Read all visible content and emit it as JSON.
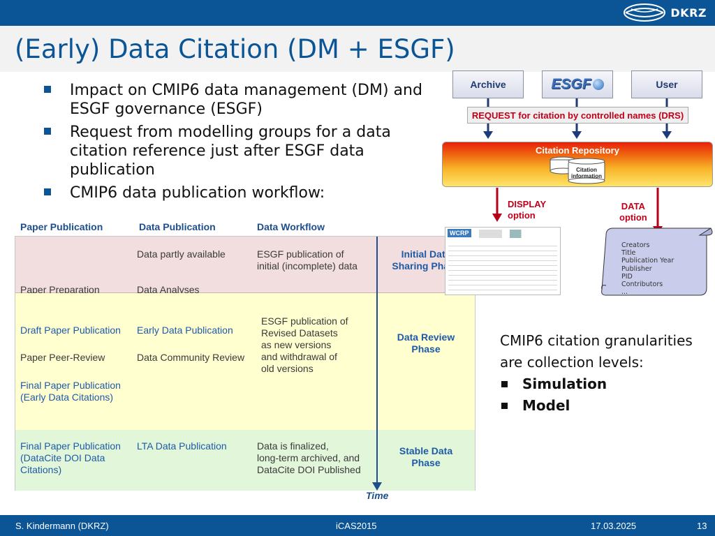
{
  "header": {
    "logo_text": "DKRZ",
    "logo_icon": "dkrz-globe-logo-icon"
  },
  "slide": {
    "title": "(Early) Data Citation (DM + ESGF)",
    "bullets": [
      "Impact on CMIP6 data management (DM) and ESGF governance (ESGF)",
      "Request from modelling groups for a data citation reference just after ESGF data publication",
      "CMIP6 data publication workflow:"
    ]
  },
  "workflow": {
    "headers": [
      "Paper Publication",
      "Data Publication",
      "Data Workflow"
    ],
    "phases": [
      {
        "name": "Initial Data\nSharing Phase",
        "paper": [
          "Paper Preparation"
        ],
        "data": [
          "Data partly available",
          "Data Analyses"
        ],
        "workflow": "ESGF publication of\ninitial (incomplete) data"
      },
      {
        "name": "Data Review\nPhase",
        "paper": [
          "Draft Paper Publication",
          "Paper Peer-Review",
          "Final Paper Publication\n(Early Data Citations)"
        ],
        "data": [
          "Early Data Publication",
          "Data Community Review"
        ],
        "workflow": "ESGF publication of\nRevised Datasets\nas new versions\nand withdrawal of\nold versions"
      },
      {
        "name": "Stable Data\nPhase",
        "paper": [
          "Final Paper Publication\n(DataCite DOI Data\nCitations)"
        ],
        "data": [
          "LTA Data Publication"
        ],
        "workflow": "Data is finalized,\nlong-term archived, and\nDataCite DOI Published"
      }
    ],
    "time_label": "Time",
    "colors": {
      "phase1": "#f2dede",
      "phase2": "#ffffd0",
      "phase3": "#e2f6da",
      "arrow": "#1f4e8c"
    }
  },
  "diagram": {
    "sources": [
      "Archive",
      "ESGF",
      "User"
    ],
    "request": "REQUEST for citation by controlled names (DRS)",
    "repository": "Citation Repository",
    "db_label": "Citation\ninformation",
    "display_option": "DISPLAY\noption",
    "data_option": "DATA\noption",
    "thumb_logo": "WCRP",
    "scroll_lines": [
      "Creators",
      "Title",
      "Publication Year",
      "Publisher",
      "PID",
      "Contributors",
      "..."
    ],
    "colors": {
      "arrow": "#1f3a7a",
      "red_arrow": "#b5001a",
      "scroll": "#c9cdeb"
    }
  },
  "granularity": {
    "text": "CMIP6 citation granularities are collection levels:",
    "items": [
      "Simulation",
      "Model"
    ]
  },
  "footer": {
    "author": "S. Kindermann (DKRZ)",
    "event": "iCAS2015",
    "date": "17.03.2025",
    "page": "13"
  }
}
